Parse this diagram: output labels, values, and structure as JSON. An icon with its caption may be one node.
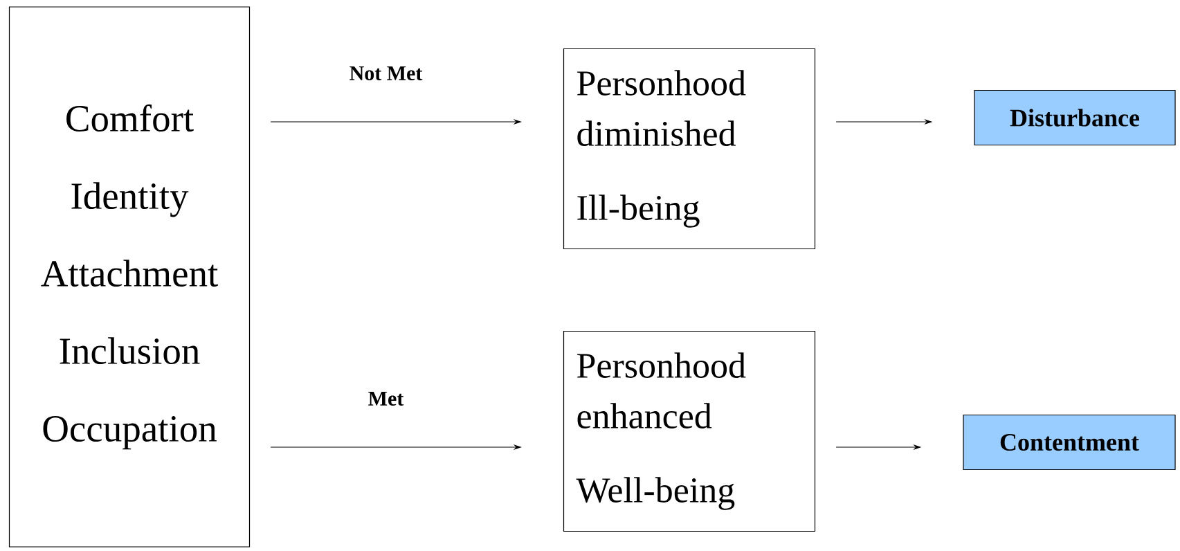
{
  "diagram": {
    "nodes": [
      {
        "text": [
          "Comfort",
          "Identity",
          "Attachment",
          "Inclusion",
          "Occupation"
        ]
      },
      {
        "text": [
          "Personhood diminished",
          "Ill-being"
        ]
      },
      {
        "text": [
          "Personhood enhanced",
          "Well-being"
        ]
      },
      {
        "text": [
          "Disturbance"
        ]
      },
      {
        "text": [
          "Contentment"
        ]
      }
    ],
    "edges": [
      {
        "from": 0,
        "to": 1,
        "arrow": "to",
        "label": "Not Met"
      },
      {
        "from": 0,
        "to": 2,
        "arrow": "to",
        "label": "Met"
      },
      {
        "from": 1,
        "to": 3,
        "arrow": "to"
      },
      {
        "from": 2,
        "to": 4,
        "arrow": "to"
      }
    ]
  }
}
